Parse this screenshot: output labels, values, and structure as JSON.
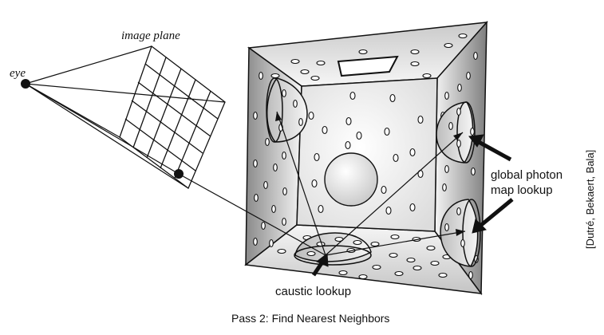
{
  "labels": {
    "eye": "eye",
    "image_plane": "image plane",
    "global_photon_line1": "global photon",
    "global_photon_line2": "map lookup",
    "caustic": "caustic lookup",
    "caption": "Pass 2: Find Nearest Neighbors",
    "credit": "[Dutré, Bekaert, Bala]"
  },
  "colors": {
    "stroke": "#111111",
    "face_light": "#f2f2f2",
    "face_dark": "#8c8c8c",
    "background": "#ffffff"
  }
}
